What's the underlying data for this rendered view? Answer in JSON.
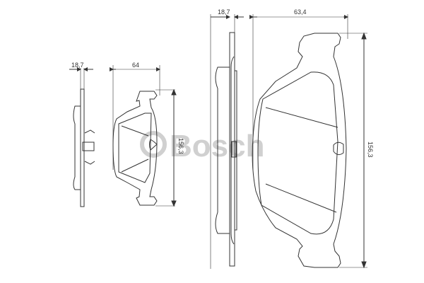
{
  "watermark": {
    "symbol": "©",
    "text": "Bosch",
    "color": "#d0d0d0"
  },
  "small_pad": {
    "thickness": "18,7",
    "width": "64",
    "height": "156,3"
  },
  "large_pad": {
    "thickness": "18,7",
    "width": "63,4",
    "height": "156,3"
  },
  "line_color": "#333333"
}
